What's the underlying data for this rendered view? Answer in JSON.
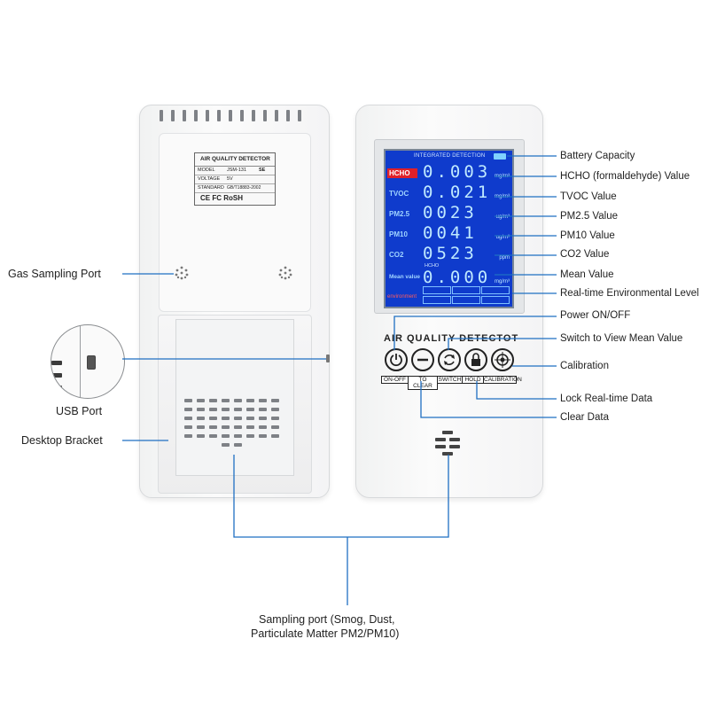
{
  "colors": {
    "annotation_line": "#1f6fc2",
    "lcd_background": "#0f3bcc",
    "lcd_text": "#bfe9ff",
    "lcd_label_highlight": "#e0202a"
  },
  "back_device": {
    "nameplate": {
      "title": "AIR QUALITY DETECTOR",
      "rows": [
        {
          "key": "MODEL",
          "value": "JSM-131",
          "extra": "SE"
        },
        {
          "key": "VOLTAGE",
          "value": "5V",
          "extra": ""
        },
        {
          "key": "STANDARD",
          "value": "GB/T18883-2002",
          "extra": ""
        }
      ],
      "marks": "CE FC RoSH"
    }
  },
  "front_device": {
    "brand_text": "AIR QUALITY DETECTOT",
    "lcd": {
      "header": "INTEGRATED DETECTION",
      "battery_badge": "",
      "rows": [
        {
          "name": "HCHO",
          "value": "0.003",
          "unit": "mg/m³",
          "highlight": true
        },
        {
          "name": "TVOC",
          "value": "0.021",
          "unit": "mg/m³",
          "highlight": false
        },
        {
          "name": "PM2.5",
          "value": "0023",
          "unit": "ug/m³",
          "highlight": false
        },
        {
          "name": "PM10",
          "value": "0041",
          "unit": "ug/m³",
          "highlight": false
        },
        {
          "name": "CO2",
          "value": "0523",
          "unit": "ppm",
          "highlight": false
        },
        {
          "name": "Mean value",
          "value": "0.000",
          "unit": "mg/m³",
          "highlight": false
        }
      ],
      "mean_sub": "HCHO",
      "level_label": "environment",
      "level_cells": [
        "",
        "",
        "",
        "",
        "",
        ""
      ]
    },
    "buttons": [
      {
        "icon": "power-icon",
        "label": "ON-OFF"
      },
      {
        "icon": "minus-icon",
        "label": "TO CLEAR"
      },
      {
        "icon": "switch-icon",
        "label": "SWITCH"
      },
      {
        "icon": "lock-icon",
        "label": "HOLD"
      },
      {
        "icon": "target-icon",
        "label": "CALIBRATION"
      }
    ]
  },
  "left_labels": {
    "gas_sampling_port": "Gas Sampling Port",
    "usb_port": "USB Port",
    "desktop_bracket": "Desktop Bracket"
  },
  "right_labels": {
    "battery_capacity": "Battery Capacity",
    "hcho_value": "HCHO (formaldehyde) Value",
    "tvoc_value": "TVOC Value",
    "pm25_value": "PM2.5 Value",
    "pm10_value": "PM10 Value",
    "co2_value": "CO2 Value",
    "mean_value": "Mean Value",
    "realtime_level": "Real-time Environmental Level",
    "power": "Power ON/OFF",
    "switch_mean": "Switch to View Mean Value",
    "calibration": "Calibration",
    "lock": "Lock Real-time Data",
    "clear": "Clear Data"
  },
  "bottom_label": {
    "line1": "Sampling port (Smog, Dust,",
    "line2": "Particulate Matter PM2/PM10)"
  }
}
